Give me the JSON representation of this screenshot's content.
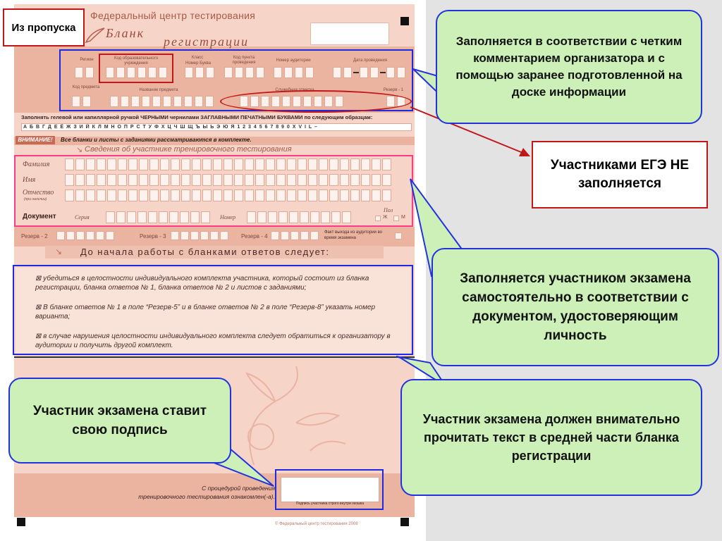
{
  "form": {
    "header_title": "Федеральный центр тестирования",
    "blank_title_1": "Бланк",
    "blank_title_2": "регистрации",
    "labels": {
      "region": "Регион",
      "org_code": "Код образовательного учреждения",
      "class": "Класс",
      "class_sub": "Номер   Буква",
      "point_code": "Код пункта проведения",
      "room": "Номер аудитории",
      "date": "Дата проведения",
      "subject_code": "Код предмета",
      "subject_name": "Название предмета",
      "service": "Служебная отметка",
      "reserve1": "Резерв - 1"
    },
    "fill_instruction": "Заполнять гелевой или капиллярной ручкой ЧЕРНЫМИ чернилами ЗАГЛАВНЫМИ ПЕЧАТНЫМИ БУКВАМИ по следующим образцам:",
    "alphabet": "А Б В Г Д Е Ё Ж З И Й К Л М Н О П Р С Т У Ф Х Ц Ч Ш Щ Ъ Ы Ь Э Ю Я 1 2 3 4 5 6 7 8 9 0 X V I L –",
    "attention_tag": "ВНИМАНИЕ!",
    "attention_text": "Все бланки и листы с заданиями рассматриваются в комплекте.",
    "participant_section": "Сведения об участнике тренировочного тестирования",
    "surname": "Фамилия",
    "name": "Имя",
    "patronymic": "Отчество",
    "patronymic_sub": "(при наличии)",
    "document": "Документ",
    "series": "Серия",
    "number": "Номер",
    "sex": "Пол",
    "sex_f": "Ж",
    "sex_m": "М",
    "reserve2": "Резерв - 2",
    "reserve3": "Резерв - 3",
    "reserve4": "Резерв - 4",
    "exit_fact": "Факт выхода из аудитории во время экзамена",
    "before_start": "До начала работы с бланками ответов следует:",
    "notes": [
      "убедиться в целостности индивидуального комплекта участника, который состоит из бланка регистрации, бланка ответов № 1, бланка ответов № 2 и листов с заданиями;",
      "В бланке ответов № 1 в поле “Резерв-5” и в бланке ответов № 2 в поле “Резерв-8” указать номер варианта;",
      "в случае нарушения целостности индивидуального комплекта следует обратиться к организатору в аудитории и получить другой комплект."
    ],
    "procedure_1": "С процедурой проведения",
    "procedure_2": "тренировочного тестирования ознакомлен(-а).",
    "sign_caption": "Подпись участника строго внутри окошка",
    "copyright": "© Федеральный центр тестирования 2008"
  },
  "callouts": {
    "pass": "Из пропуска",
    "organizer": "Заполняется в соответствии с четким комментарием организатора и с помощью заранее подготовленной на доске информации",
    "not_filled": "Участниками ЕГЭ НЕ заполняется",
    "self_fill": "Заполняется участником экзамена самостоятельно в соответствии с документом, удостоверяющим личность",
    "signature": "Участник экзамена ставит свою подпись",
    "read_text": "Участник экзамена должен внимательно прочитать текст в средней части бланка регистрации"
  },
  "colors": {
    "form_bg": "#f6d4c8",
    "callout_green": "#ccf0b8",
    "callout_border": "#2233dd",
    "red_frame": "#c01818"
  }
}
